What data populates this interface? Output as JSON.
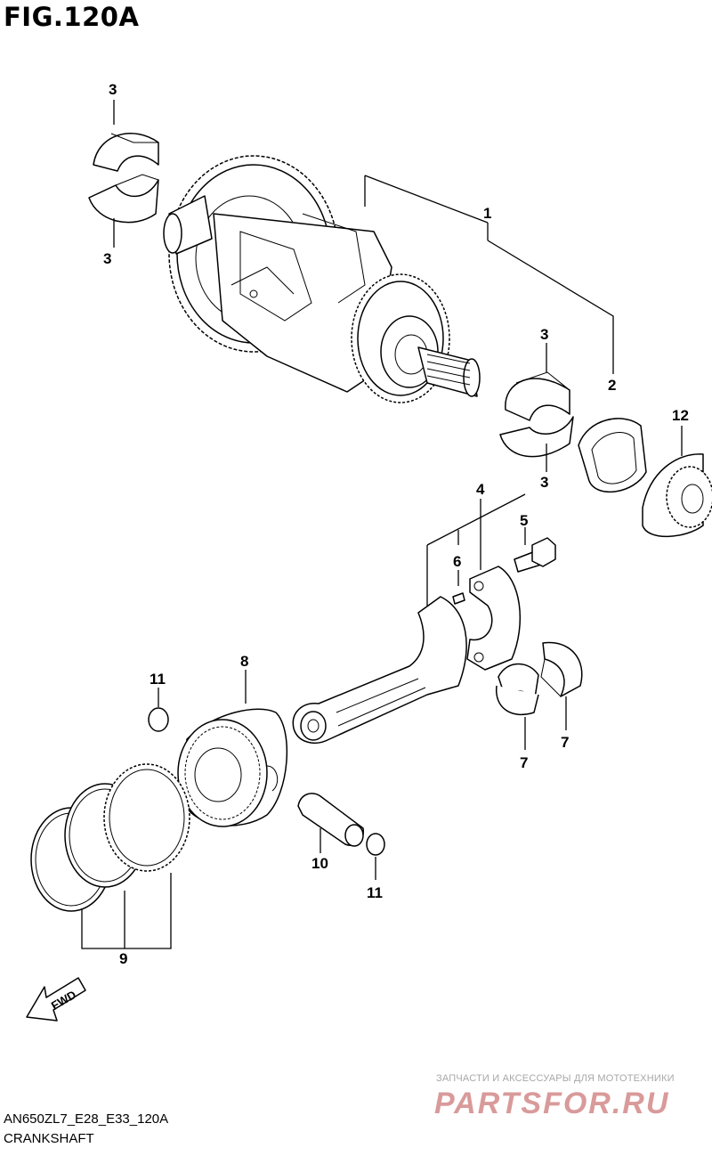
{
  "figure": {
    "title": "FIG.120A"
  },
  "callouts": {
    "crankshaft": "1",
    "thrust_washer": "2",
    "bearing_upper_left": "3",
    "bearing_lower_left": "3",
    "bearing_upper_right": "3",
    "bearing_lower_right": "3",
    "connecting_rod": "4",
    "bolt": "5",
    "pin": "6",
    "rod_bearing_a": "7",
    "rod_bearing_b": "7",
    "piston": "8",
    "piston_rings": "9",
    "piston_pin": "10",
    "circlip_upper": "11",
    "circlip_lower": "11",
    "gear": "12"
  },
  "fwd_arrow": {
    "label": "FWD"
  },
  "watermark": {
    "caption": "ЗАПЧАСТИ И АКСЕССУАРЫ ДЛЯ МОТОТЕХНИКИ",
    "logo": "PARTSFOR.RU"
  },
  "footer": {
    "model_code": "AN650ZL7_E28_E33_120A",
    "section_name": "CRANKSHAFT"
  }
}
